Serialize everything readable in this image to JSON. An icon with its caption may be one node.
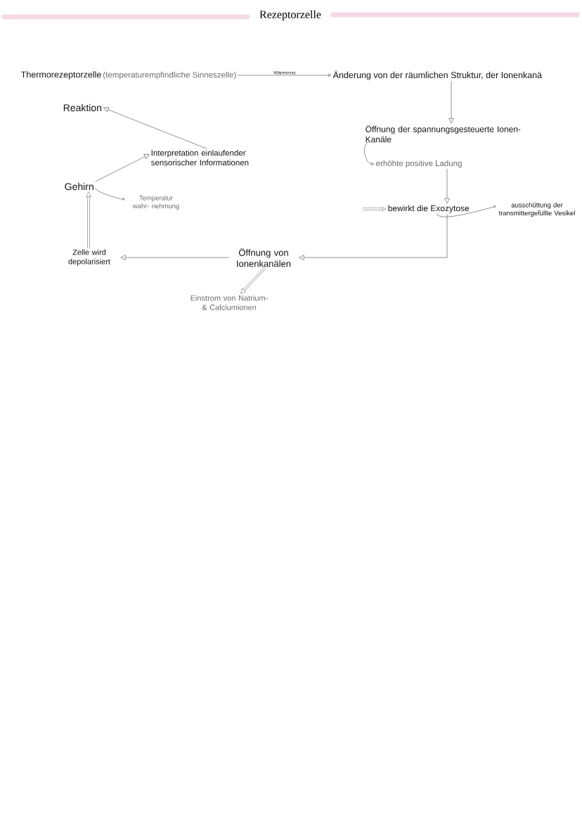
{
  "diagram": {
    "title": "Rezeptorzelle",
    "nodes": [
      {
        "text": [
          "Thermorezeptorzelle",
          "(temperaturempfindliche Sinneszelle)"
        ]
      },
      {
        "text": [
          "Änderung von der räumlichen Struktur, der Ionenkanä"
        ]
      },
      {
        "text": [
          "Reaktion"
        ]
      },
      {
        "text": [
          "Öffnung der spannungsgesteuerte Ionen- Kanäle"
        ]
      },
      {
        "text": [
          "Interpretation einlaufender sensorischer Informationen"
        ]
      },
      {
        "text": [
          "erhöhte positive Ladung"
        ]
      },
      {
        "text": [
          "Gehirn"
        ]
      },
      {
        "text": [
          "Temperatur wahr- nehmung"
        ]
      },
      {
        "text": [
          "bewirkt die Exozytose"
        ]
      },
      {
        "text": [
          "ausschüttung der transmittergefüllte Vesikel"
        ]
      },
      {
        "text": [
          "Zelle wird depolarisiert"
        ]
      },
      {
        "text": [
          "Öffnung von Ionenkanälen"
        ]
      },
      {
        "text": [
          "Einstrom von Natrium- & Calciumionen"
        ]
      }
    ],
    "edges": [
      {
        "from": 0,
        "to": 1,
        "arrow": "to",
        "label": "Wärmereiz"
      },
      {
        "from": 1,
        "to": 3,
        "arrow": "to"
      },
      {
        "from": 3,
        "to": 5,
        "arrow": "to"
      },
      {
        "from": 5,
        "to": 8,
        "arrow": "to"
      },
      {
        "from": null,
        "to": 8,
        "arrow": "to",
        "style": "thick"
      },
      {
        "from": 8,
        "to": 9,
        "arrow": "to"
      },
      {
        "from": 8,
        "to": 11,
        "arrow": "to"
      },
      {
        "from": 11,
        "to": 10,
        "arrow": "to"
      },
      {
        "from": 11,
        "to": 12,
        "arrow": "to",
        "style": "thick"
      },
      {
        "from": 10,
        "to": 6,
        "arrow": "to",
        "style": "thick"
      },
      {
        "from": 6,
        "to": 4,
        "arrow": "to"
      },
      {
        "from": 6,
        "to": 7,
        "arrow": "to"
      },
      {
        "from": 4,
        "to": 2,
        "arrow": "to"
      }
    ]
  }
}
